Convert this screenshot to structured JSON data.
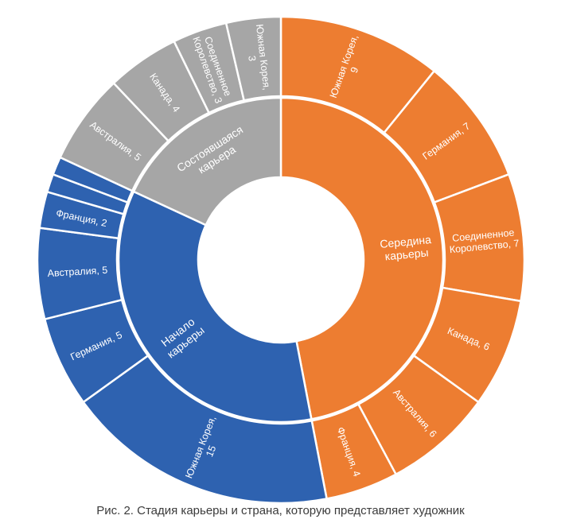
{
  "figure": {
    "caption": "Рис. 2. Стадия карьеры и страна, которую представляет художник"
  },
  "colors": {
    "mid_career": "#ED7D31",
    "early_career": "#2E62B0",
    "established_career": "#A6A6A6",
    "divider": "#FFFFFF",
    "label_text": "#FFFFFF",
    "caption_text": "#3B3B3B",
    "background": "#FFFFFF"
  },
  "chart_data": {
    "type": "sunburst",
    "title": "",
    "total": 83,
    "legend_position": "none",
    "rings": [
      "Стадия карьеры",
      "Страна"
    ],
    "groups": [
      {
        "id": "mid-career",
        "label": "Середина карьеры",
        "label_lines": [
          "Середина",
          "карьеры"
        ],
        "value": 39,
        "color": "#ED7D31",
        "label_orient": "radial",
        "children": [
          {
            "id": "south-korea-9",
            "country": "Южная Корея",
            "value": 9,
            "display": "Южная Корея, 9",
            "lines": [
              "Южная Корея,",
              "9"
            ]
          },
          {
            "id": "germany-7",
            "country": "Германия",
            "value": 7,
            "display": "Германия, 7",
            "lines": [
              "Германия, 7"
            ]
          },
          {
            "id": "uk-7",
            "country": "Соединенное Королевство",
            "value": 7,
            "display": "Соединенное Королевство, 7",
            "lines": [
              "Соединенное",
              "Королевство, 7"
            ]
          },
          {
            "id": "canada-6",
            "country": "Канада",
            "value": 6,
            "display": "Канада, 6",
            "lines": [
              "Канада, 6"
            ]
          },
          {
            "id": "australia-6",
            "country": "Австралия",
            "value": 6,
            "display": "Австралия, 6",
            "lines": [
              "Австралия, 6"
            ]
          },
          {
            "id": "france-4",
            "country": "Франция",
            "value": 4,
            "display": "Франция, 4",
            "lines": [
              "Франция, 4"
            ]
          }
        ]
      },
      {
        "id": "early-career",
        "label": "Начало карьеры",
        "label_lines": [
          "Начало",
          "карьеры"
        ],
        "value": 29,
        "color": "#2E62B0",
        "label_orient": "radial",
        "children": [
          {
            "id": "south-korea-15",
            "country": "Южная Корея",
            "value": 15,
            "display": "Южная Корея, 15",
            "lines": [
              "Южная Корея,",
              "15"
            ]
          },
          {
            "id": "germany-5",
            "country": "Германия",
            "value": 5,
            "display": "Германия, 5",
            "lines": [
              "Германия, 5"
            ]
          },
          {
            "id": "australia-5",
            "country": "Австралия",
            "value": 5,
            "display": "Австралия, 5",
            "lines": [
              "Австралия, 5"
            ]
          },
          {
            "id": "france-2",
            "country": "Франция",
            "value": 2,
            "display": "Франция, 2",
            "lines": [
              "Франция, 2"
            ]
          },
          {
            "id": "unlabeled-1",
            "country": "",
            "value": 1,
            "display": "",
            "lines": []
          },
          {
            "id": "unlabeled-2",
            "country": "",
            "value": 1,
            "display": "",
            "lines": []
          }
        ]
      },
      {
        "id": "established-career",
        "label": "Состоявшаяся карьера",
        "label_lines": [
          "Состоявшаяся",
          "карьера"
        ],
        "value": 15,
        "color": "#A6A6A6",
        "label_orient": "tangential",
        "children": [
          {
            "id": "australia-5",
            "country": "Австралия",
            "value": 5,
            "display": "Австралия, 5",
            "lines": [
              "Австралия, 5"
            ]
          },
          {
            "id": "canada-4",
            "country": "Канада",
            "value": 4,
            "display": "Канада, 4",
            "lines": [
              "Канада, 4"
            ]
          },
          {
            "id": "uk-3",
            "country": "Соединенное Королевство",
            "value": 3,
            "display": "Соединенное Королевство, 3",
            "lines": [
              "Соединенное",
              "Королевство, 3"
            ]
          },
          {
            "id": "south-korea-3",
            "country": "Южная Корея",
            "value": 3,
            "display": "Южная Корея, 3",
            "lines": [
              "Южная Корея,",
              "3"
            ]
          }
        ]
      }
    ]
  }
}
